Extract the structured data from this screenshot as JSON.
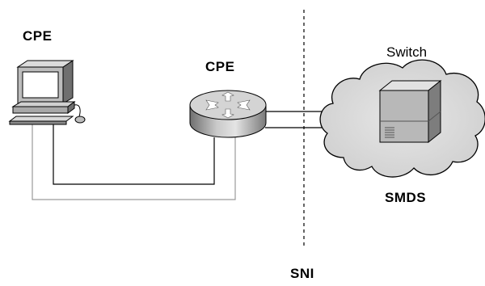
{
  "labels": {
    "cpe_pc": "CPE",
    "cpe_router": "CPE",
    "switch": "Switch",
    "smds": "SMDS",
    "sni": "SNI"
  },
  "icons": {
    "pc": "computer-icon",
    "router": "router-icon",
    "switch": "switch-icon",
    "cloud": "network-cloud-icon"
  },
  "colors": {
    "line_dark": "#000000",
    "line_light": "#9a9a9a",
    "cloud_fill": "#d9d9d9",
    "device_gray": "#b8b8b8"
  }
}
